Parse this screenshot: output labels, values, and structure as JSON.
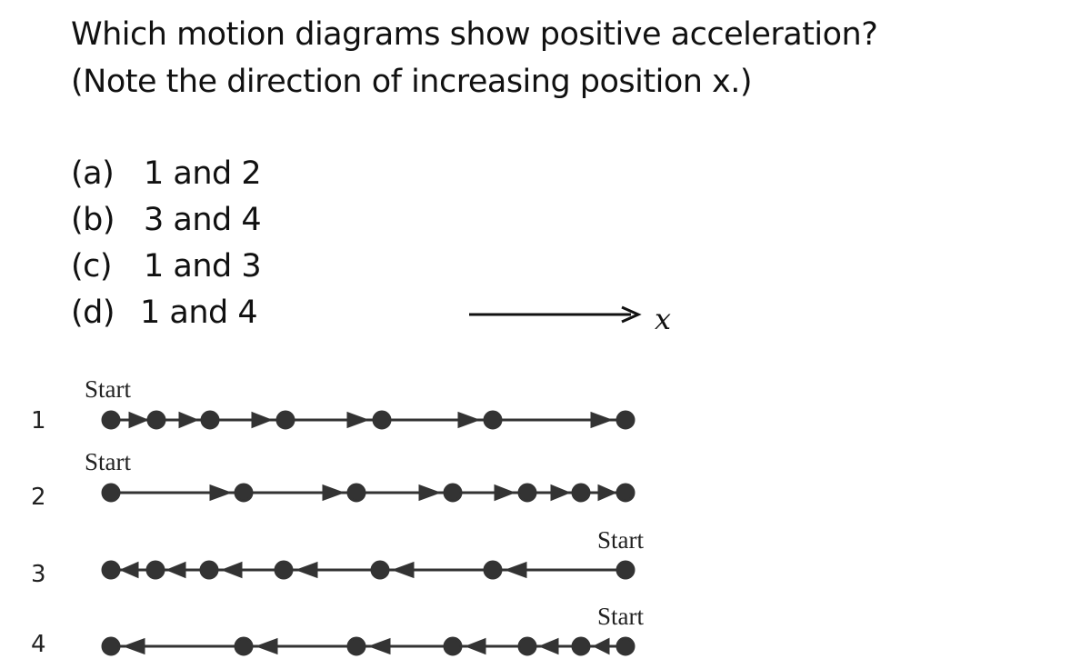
{
  "question": {
    "line1": "Which motion diagrams show  positive acceleration?",
    "line2": "(Note the direction of increasing position x.)"
  },
  "choices": [
    {
      "letter": "(a)",
      "text": "1 and 2"
    },
    {
      "letter": "(b)",
      "text": "3 and 4"
    },
    {
      "letter": "(c)",
      "text": "1 and 3"
    },
    {
      "letter": "(d)",
      "text": "1 and 4"
    }
  ],
  "axis": {
    "label": "x"
  },
  "diagrams": [
    {
      "number": "1",
      "start_label": "Start",
      "start_side": "left",
      "direction": "right"
    },
    {
      "number": "2",
      "start_label": "Start",
      "start_side": "left",
      "direction": "right"
    },
    {
      "number": "3",
      "start_label": "Start",
      "start_side": "right",
      "direction": "left"
    },
    {
      "number": "4",
      "start_label": "Start",
      "start_side": "right",
      "direction": "left"
    }
  ],
  "colors": {
    "text": "#111111",
    "dots": "#333333"
  }
}
